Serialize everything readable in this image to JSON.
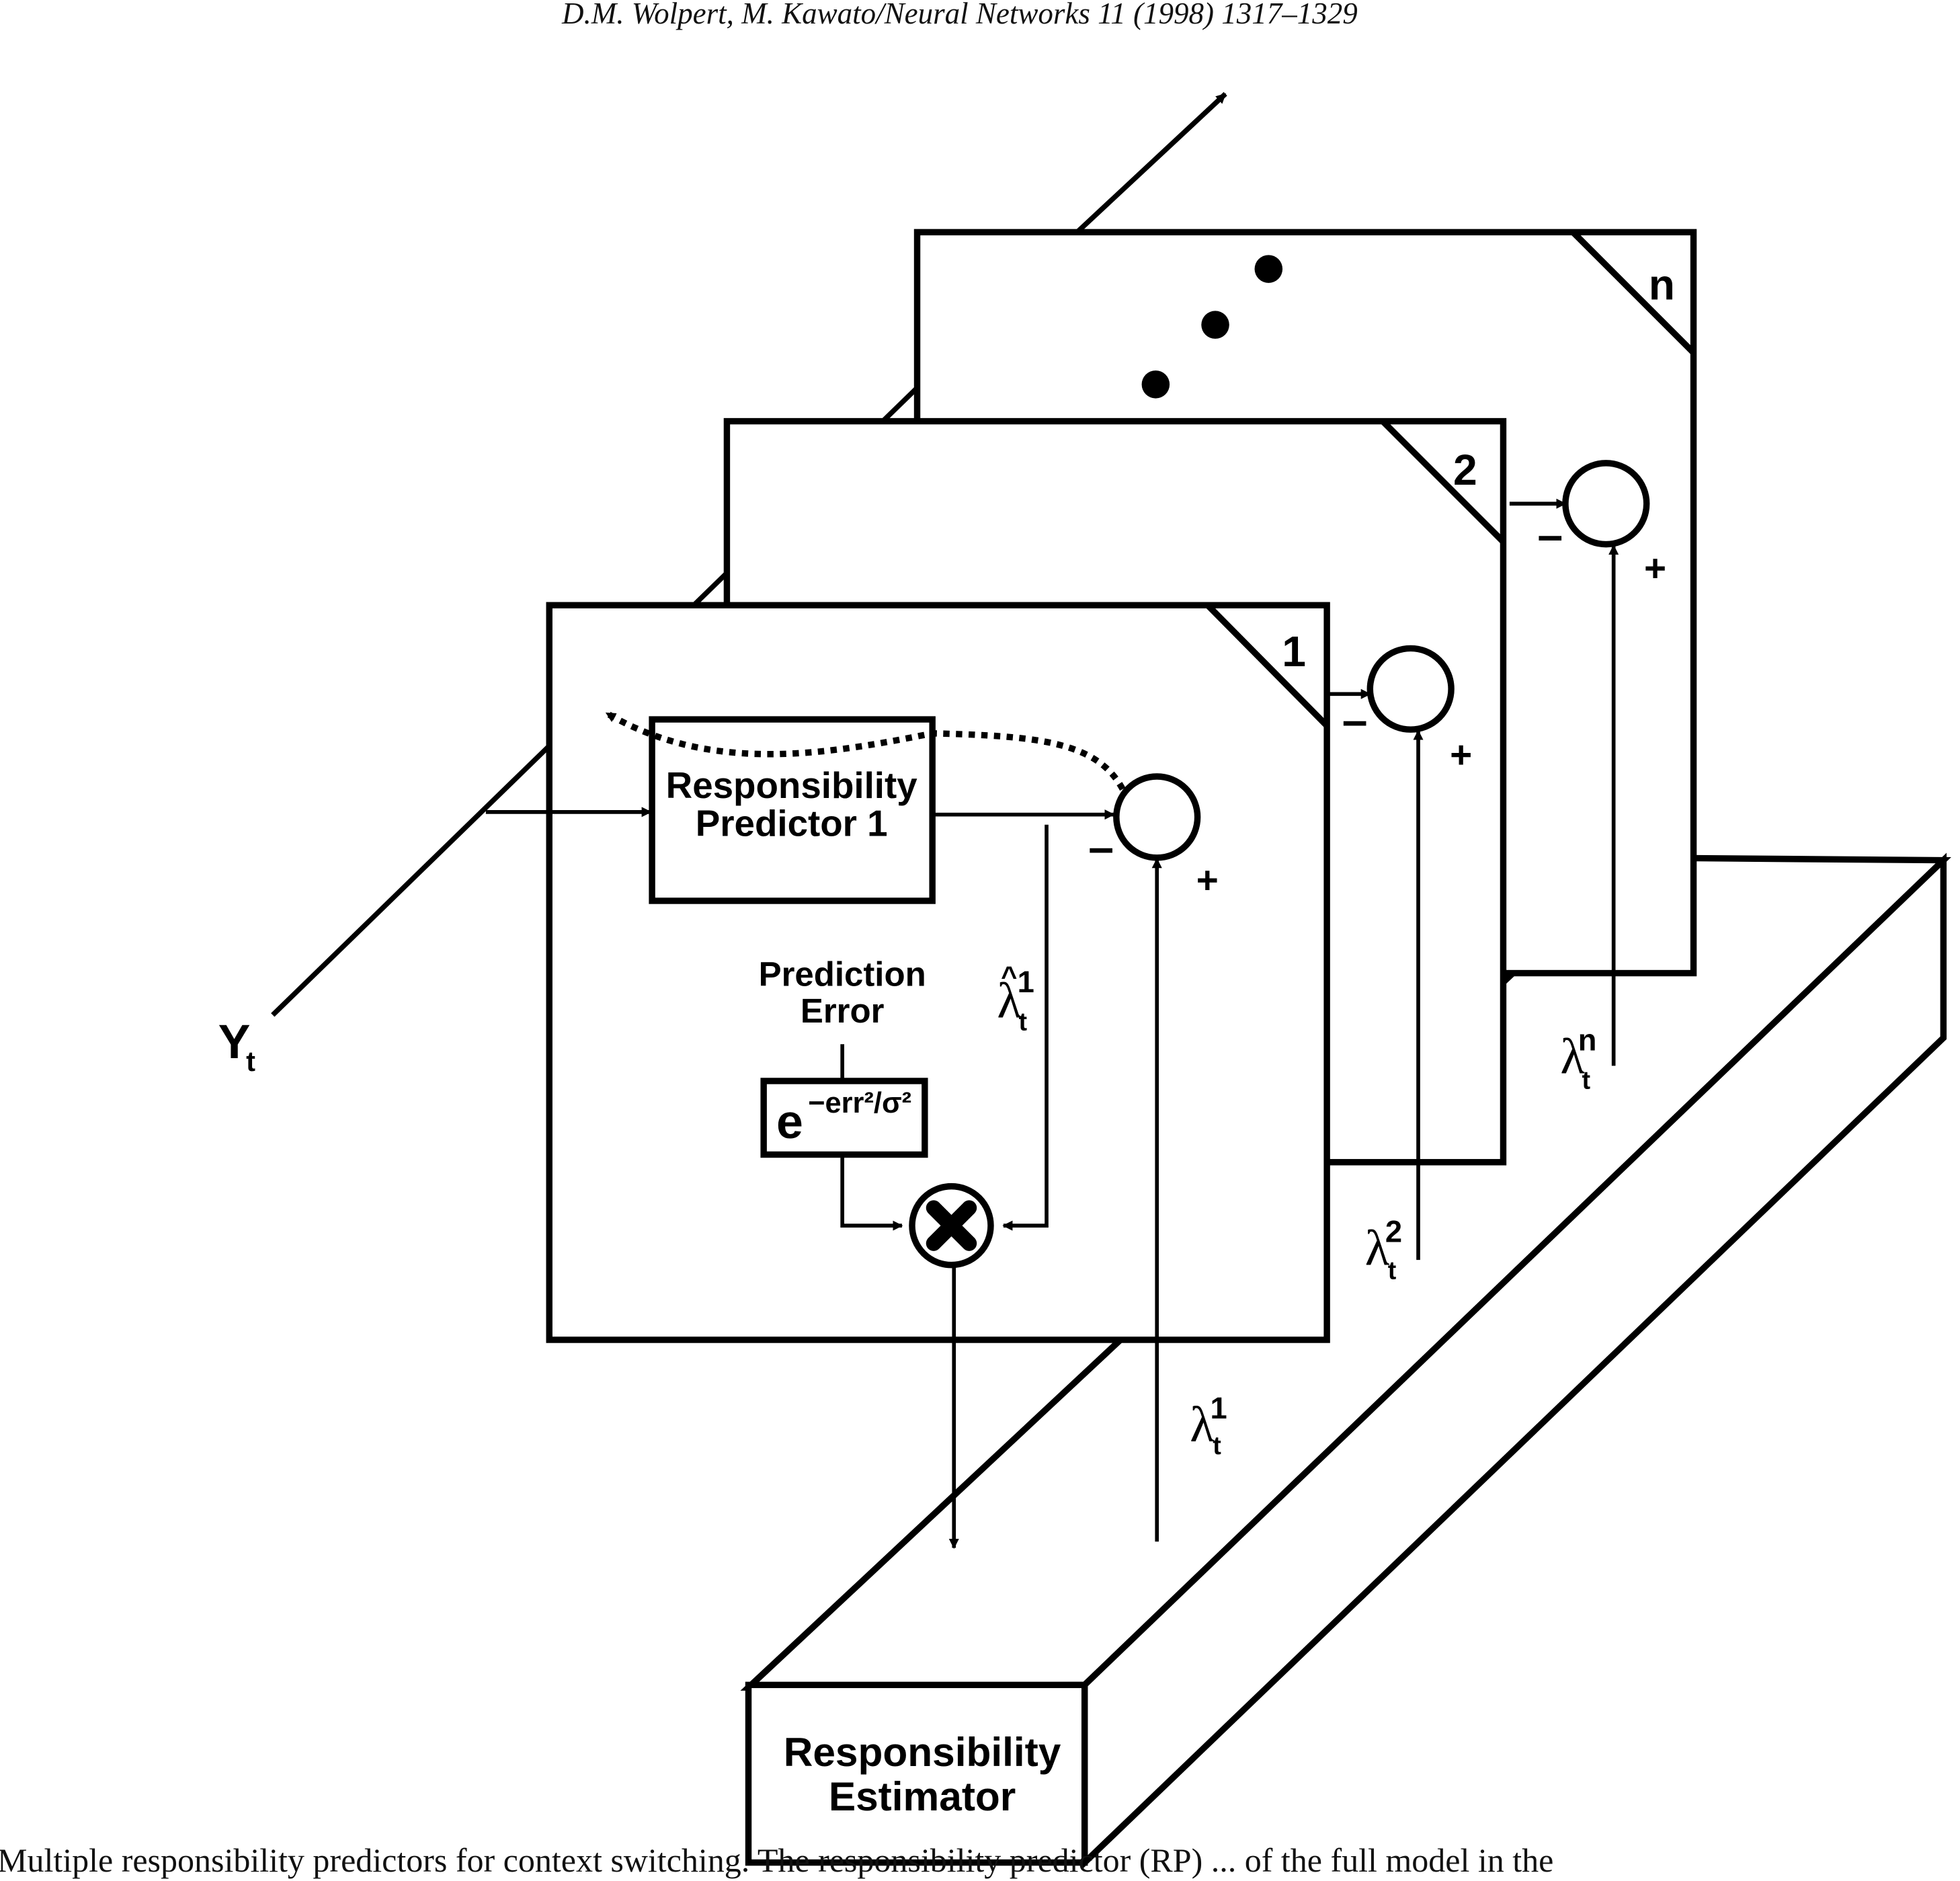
{
  "header": {
    "running_head": "D.M. Wolpert, M. Kawato/Neural Networks 11 (1998) 1317–1329"
  },
  "caption": {
    "text_visible": "Multiple responsibility predictors for context switching. The responsibility predictor (RP) ... of the full model in the"
  },
  "diagram": {
    "input_label": "Y",
    "input_subscript": "t",
    "module_labels": [
      "1",
      "2",
      "n"
    ],
    "predictor_label_line1": "Responsibility",
    "predictor_label_line2": "Predictor 1",
    "prediction_error_line1": "Prediction",
    "prediction_error_line2": "Error",
    "exp_base": "e",
    "exp_exponent": "−err²/σ²",
    "lambda_symbol": "λ",
    "lambda_subscript": "t",
    "lambda_hat_symbol": "^",
    "lambda_hat_index": "1",
    "lambda_indices": [
      "1",
      "2",
      "n"
    ],
    "plus_sign": "+",
    "minus_sign": "–",
    "estimator_line1": "Responsibility",
    "estimator_line2": "Estimator"
  },
  "colors": {
    "ink": "#000000",
    "paper": "#ffffff"
  }
}
